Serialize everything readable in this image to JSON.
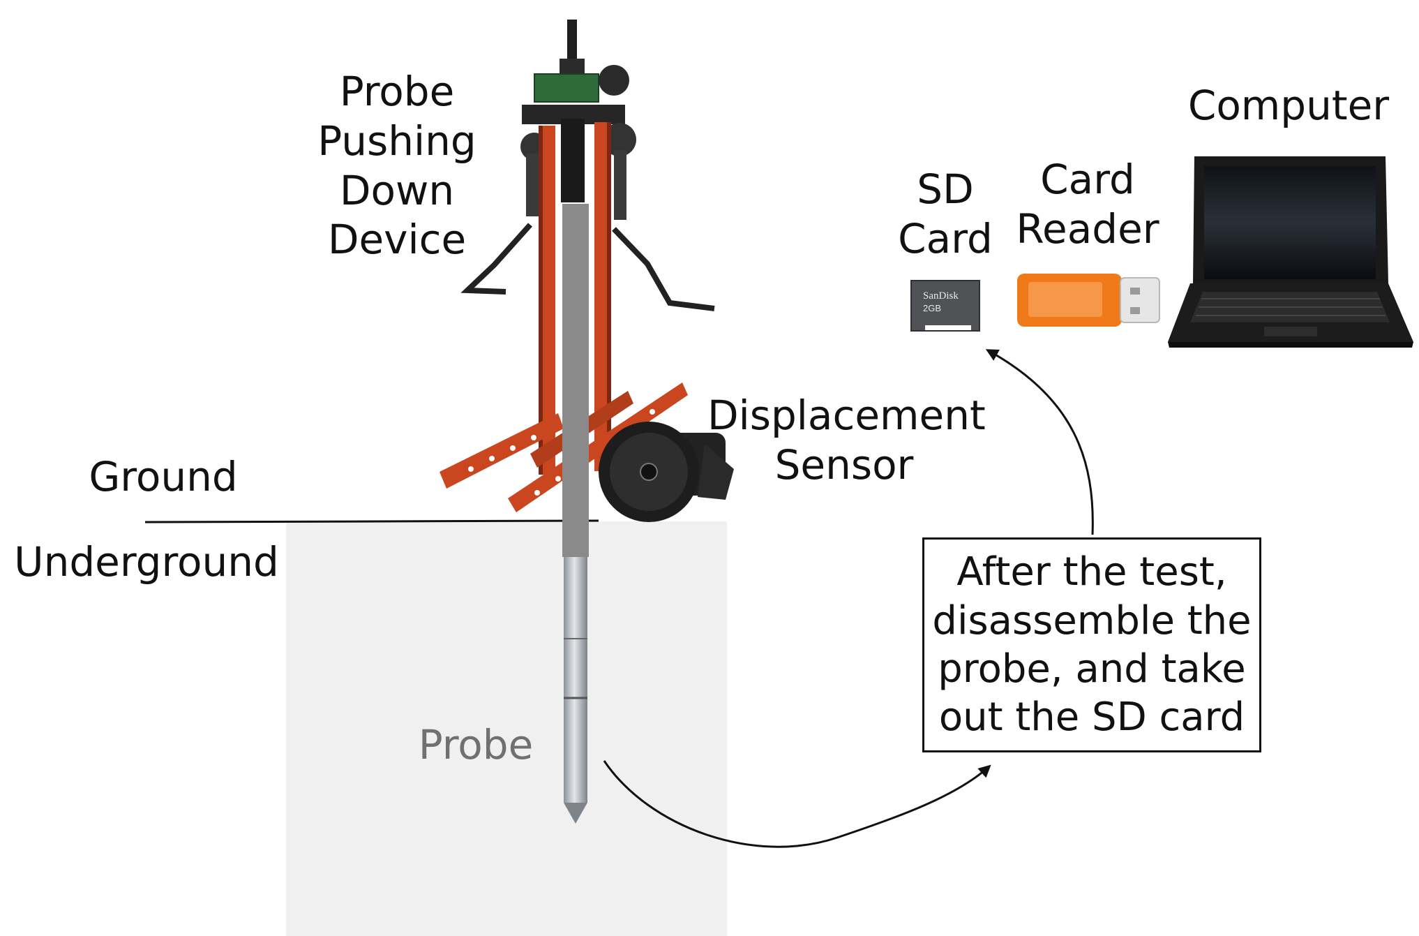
{
  "labels": {
    "pushing_device": [
      "Probe",
      "Pushing",
      "Down",
      "Device"
    ],
    "computer": "Computer",
    "sd_card": [
      "SD",
      "Card"
    ],
    "card_reader": [
      "Card",
      "Reader"
    ],
    "displacement_sensor": [
      "Displacement",
      "Sensor"
    ],
    "ground": "Ground",
    "underground": "Underground",
    "probe": "Probe"
  },
  "note": [
    "After the test,",
    "disassemble the",
    "probe, and take",
    "out the SD card"
  ],
  "sd_card_print": {
    "brand": "SanDisk",
    "capacity": "2GB"
  },
  "colors": {
    "frame_orange": "#c9461f",
    "frame_dark": "#2a2a2a",
    "rod_gray": "#8a8a8a",
    "probe_silver": "#b8bcc2",
    "underground_fill": "#f0f0f0",
    "reader_orange": "#f07a1a",
    "laptop_black": "#1a1a1a"
  }
}
